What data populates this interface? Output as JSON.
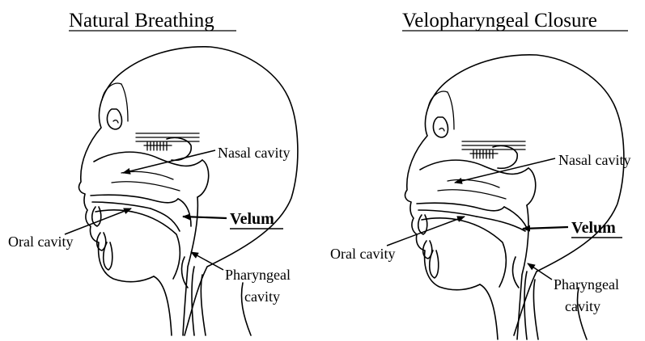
{
  "panels": [
    {
      "title": "Natural Breathing",
      "labels": {
        "nasal": "Nasal cavity",
        "velum": "Velum",
        "oral": "Oral cavity",
        "pharyngeal_1": "Pharyngeal",
        "pharyngeal_2": "cavity"
      }
    },
    {
      "title": "Velopharyngeal Closure",
      "labels": {
        "nasal": "Nasal cavity",
        "velum": "Velum",
        "oral": "Oral cavity",
        "pharyngeal_1": "Pharyngeal",
        "pharyngeal_2": "cavity"
      }
    }
  ]
}
